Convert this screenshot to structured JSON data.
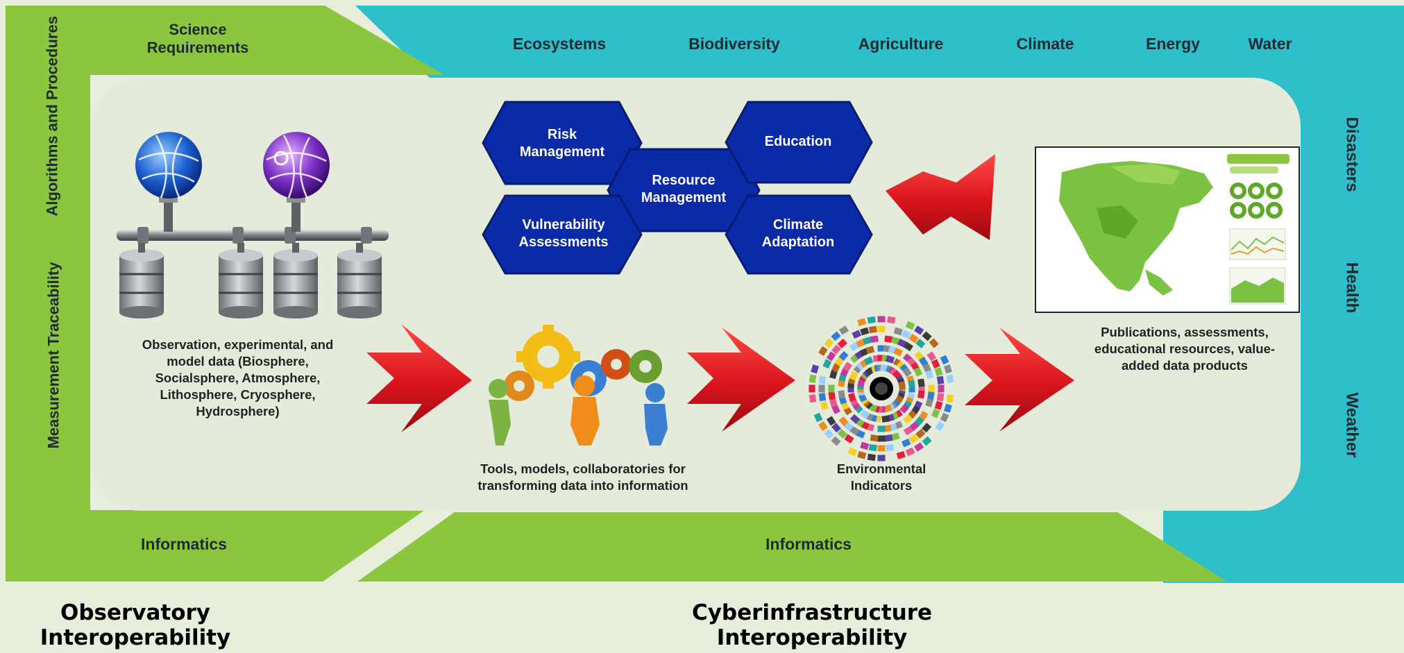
{
  "top_bar": {
    "science_requirements": "Science Requirements",
    "topics": [
      "Ecosystems",
      "Biodiversity",
      "Agriculture",
      "Climate",
      "Energy",
      "Water"
    ]
  },
  "left_side": {
    "algorithms": "Algorithms and Procedures",
    "traceability": "Measurement Traceability"
  },
  "right_side": [
    "Disasters",
    "Health",
    "Weather"
  ],
  "hexagons": {
    "risk": "Risk Management",
    "resource": "Resource Management",
    "education": "Education",
    "vulnerability": "Vulnerability Assessments",
    "adaptation": "Climate Adaptation"
  },
  "flow": {
    "observation": "Observation, experimental, and model data (Biosphere, Socialsphere, Atmosphere, Lithosphere, Cryosphere, Hydrosphere)",
    "tools": "Tools, models, collaboratories for transforming data into information",
    "indicators": "Environmental Indicators",
    "publications": "Publications, assessments, educational resources, value-added data products"
  },
  "bottom": {
    "informatics_left": "Informatics",
    "informatics_center": "Informatics"
  },
  "footer": {
    "observatory": "Observatory Interoperability",
    "cyber": "Cyberinfrastructure Interoperability"
  },
  "colors": {
    "green": "#8cc63e",
    "teal": "#2ebfcb",
    "panel": "#e4ebdb",
    "hexagon": "#0a2aa8",
    "arrow": "#d9141c"
  }
}
